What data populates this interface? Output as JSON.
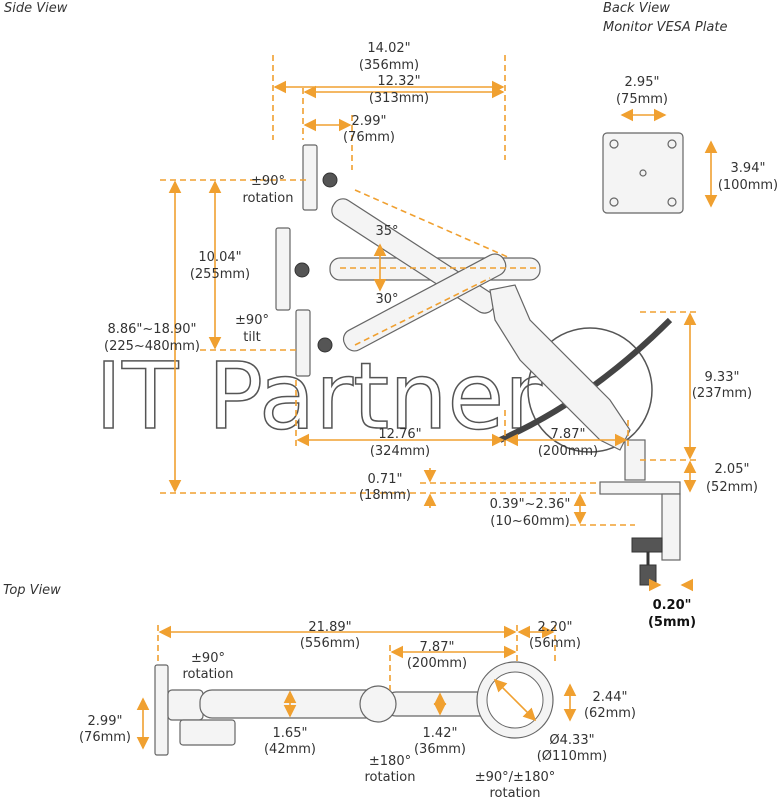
{
  "side_view": {
    "title": "Side View",
    "dims": {
      "overall_reach": [
        "14.02\"",
        "(356mm)"
      ],
      "arm_reach": [
        "12.32\"",
        "(313mm)"
      ],
      "head_offset": [
        "2.99\"",
        "(76mm)"
      ],
      "rotation": [
        "±90°",
        "rotation"
      ],
      "up_angle": "35°",
      "down_angle": "30°",
      "height_travel": [
        "10.04\"",
        "(255mm)"
      ],
      "tilt": [
        "±90°",
        "tilt"
      ],
      "height_range": [
        "8.86\"~18.90\"",
        "(225~480mm)"
      ],
      "pole_height": [
        "9.33\"",
        "(237mm)"
      ],
      "lower_reach": [
        "12.76\"",
        "(324mm)"
      ],
      "lower_arm": [
        "7.87\"",
        "(200mm)"
      ],
      "base_height": [
        "2.05\"",
        "(52mm)"
      ],
      "plate_thickness": [
        "0.71\"",
        "(18mm)"
      ],
      "clamp_range": [
        "0.39\"~2.36\"",
        "(10~60mm)"
      ],
      "clamp_offset": [
        "0.20\"",
        "(5mm)"
      ]
    }
  },
  "back_view": {
    "title": "Back View",
    "subtitle": "Monitor VESA Plate",
    "width": [
      "2.95\"",
      "(75mm)"
    ],
    "height": [
      "3.94\"",
      "(100mm)"
    ]
  },
  "watermark": "IT Partner",
  "top_view": {
    "title": "Top View",
    "dims": {
      "total_length": [
        "21.89\"",
        "(556mm)"
      ],
      "base_overhang": [
        "2.20\"",
        "(56mm)"
      ],
      "lower_arm": [
        "7.87\"",
        "(200mm)"
      ],
      "head_rotation": [
        "±90°",
        "rotation"
      ],
      "plate_width": [
        "2.99\"",
        "(76mm)"
      ],
      "upper_arm_width": [
        "1.65\"",
        "(42mm)"
      ],
      "lower_arm_width": [
        "1.42\"",
        "(36mm)"
      ],
      "elbow_rotation": [
        "±180°",
        "rotation"
      ],
      "base_width": [
        "2.44\"",
        "(62mm)"
      ],
      "base_diameter": [
        "Ø4.33\"",
        "(Ø110mm)"
      ],
      "base_rotation": [
        "±90°/±180°",
        "rotation"
      ]
    }
  },
  "colors": {
    "dimension": "#f0a030",
    "text": "#333333"
  }
}
